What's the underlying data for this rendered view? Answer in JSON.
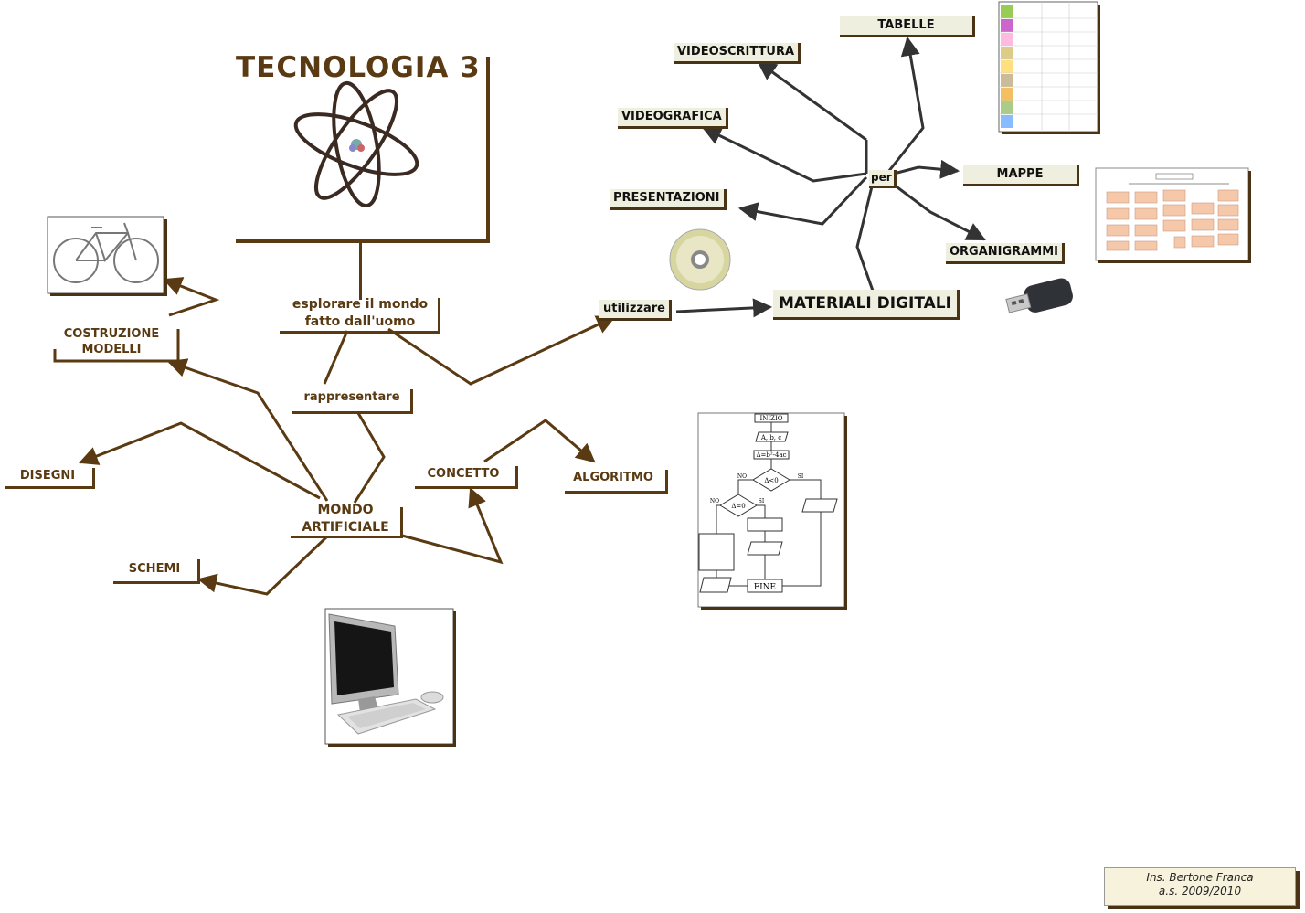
{
  "title": "TECNOLOGIA 3",
  "nodes": {
    "esplorare": "esplorare il mondo fatto dall'uomo",
    "rappresentare": "rappresentare",
    "mondo_artificiale": "MONDO ARTIFICIALE",
    "costruzione_modelli": "COSTRUZIONE MODELLI",
    "disegni": "DISEGNI",
    "schemi": "SCHEMI",
    "concetto": "CONCETTO",
    "algoritmo": "ALGORITMO",
    "utilizzare": "utilizzare",
    "materiali_digitali": "MATERIALI DIGITALI",
    "per": "per",
    "videoscrittura": "VIDEOSCRITTURA",
    "tabelle": "TABELLE",
    "videografica": "VIDEOGRAFICA",
    "presentazioni": "PRESENTAZIONI",
    "mappe": "MAPPE",
    "organigrammi": "ORGANIGRAMMI"
  },
  "flowchart": {
    "start": "INIZIO",
    "input": "A, b, c",
    "delta": "Δ=b²-4ac",
    "test1": "Δ<0",
    "test2": "Δ=0",
    "no": "NO",
    "si": "SI",
    "end": "FINE"
  },
  "credit": {
    "line1": "Ins. Bertone Franca",
    "line2": "a.s. 2009/2010"
  },
  "images": [
    "atom-icon",
    "bicycle-image",
    "cd-icon",
    "usb-drive-icon",
    "table-thumbnail",
    "orgchart-thumbnail",
    "flowchart-image",
    "computer-image"
  ],
  "colors": {
    "brown": "#5a3a12",
    "box": "#efefdf",
    "connector": "#333333"
  }
}
